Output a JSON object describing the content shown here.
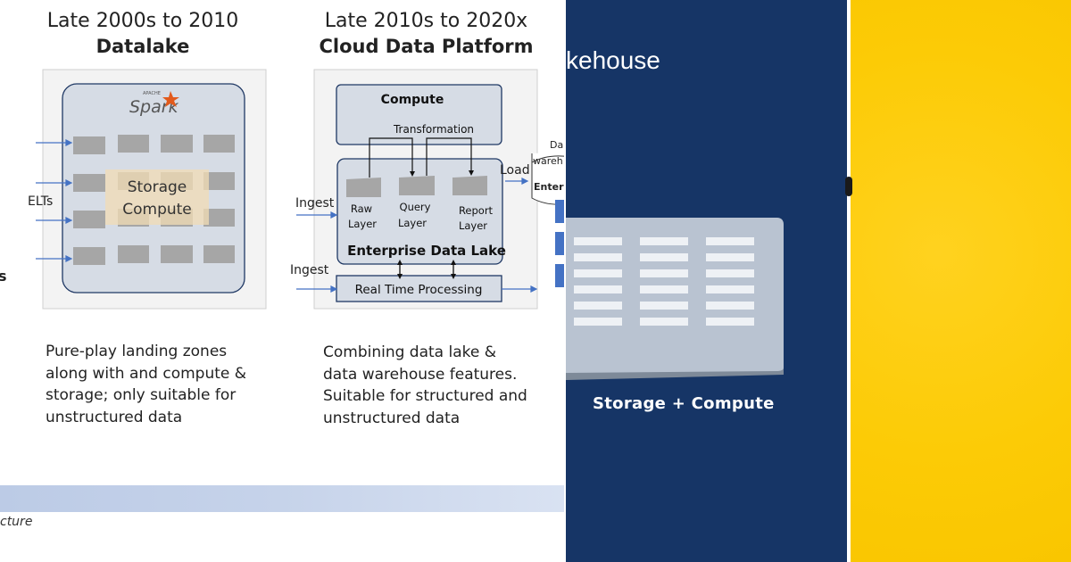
{
  "columns": [
    {
      "era": "Late 2000s to 2010",
      "name": "Datalake",
      "description": [
        "Pure-play landing zones",
        "along with  and compute &",
        "storage; only suitable for",
        "unstructured data"
      ],
      "diagram": {
        "engine_logo": "Spark",
        "engine_logo_small": "APACHE",
        "overlay_line1": "Storage",
        "overlay_line2": "Compute",
        "input_label": "ELTs"
      }
    },
    {
      "era": "Late 2010s to 2020x",
      "name": "Cloud Data Platform",
      "description": [
        "Combining data lake &",
        "data warehouse features.",
        "Suitable for structured and",
        "unstructured data"
      ],
      "diagram": {
        "compute_label": "Compute",
        "transformation_label": "Transformation",
        "raw_layer": [
          "Raw",
          "Layer"
        ],
        "query_layer": [
          "Query",
          "Layer"
        ],
        "report_layer": [
          "Report",
          "Layer"
        ],
        "lake_label": "Enterprise Data Lake",
        "ingest_label_1": "Ingest",
        "ingest_label_2": "Ingest",
        "realtime_label": "Real Time Processing",
        "load_label": "Load",
        "warehouse_partial": [
          "Da",
          "wareh",
          "Enter"
        ]
      }
    }
  ],
  "left_edge_partial": "s",
  "footer_partial": "cture",
  "navy_panel": {
    "heading_partial": "kehouse",
    "caption": "Storage + Compute"
  },
  "colors": {
    "navy": "#163566",
    "yellow": "#fccb06",
    "arrow_blue": "#4472c4",
    "box_fill": "#d6dce5",
    "block_gray": "#a6a6a6"
  }
}
